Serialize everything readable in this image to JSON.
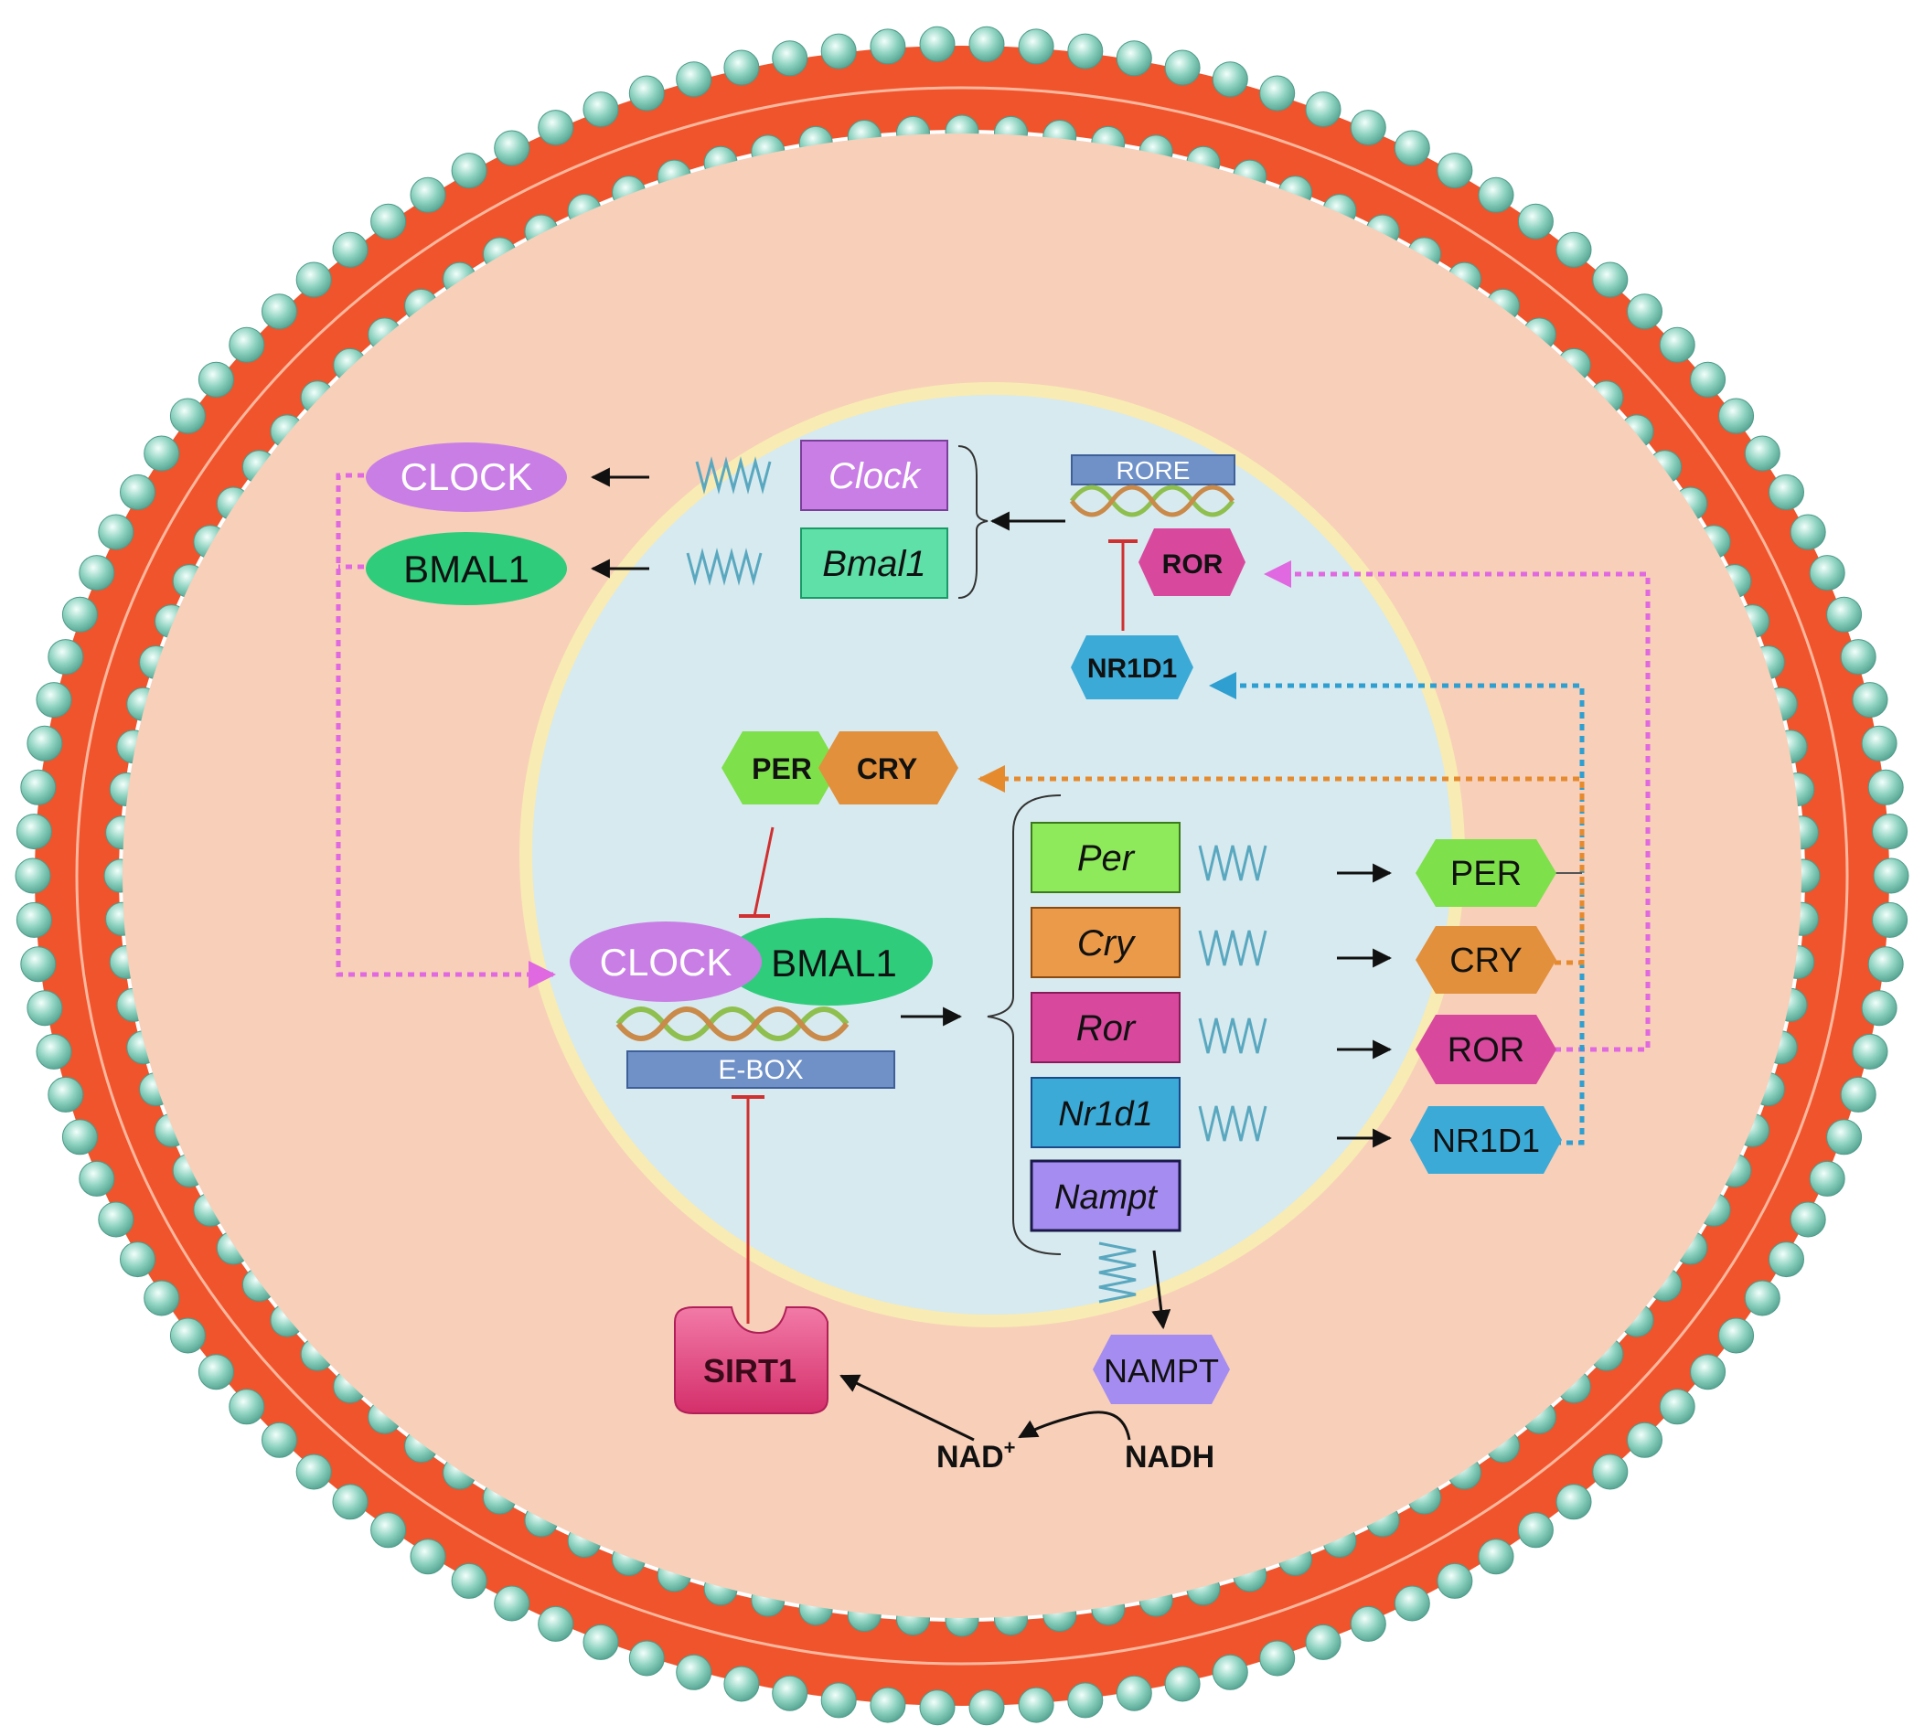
{
  "proteins": {
    "clock_top": "CLOCK",
    "bmal1_top": "BMAL1",
    "ror_nuc": "ROR",
    "nr1d1_nuc": "NR1D1",
    "per_complex": "PER",
    "cry_complex": "CRY",
    "clock_ebox": "CLOCK",
    "bmal1_ebox": "BMAL1",
    "per_right": "PER",
    "cry_right": "CRY",
    "ror_right": "ROR",
    "nr1d1_right": "NR1D1",
    "nampt": "NAMPT",
    "sirt1": "SIRT1"
  },
  "genes": {
    "clock": "Clock",
    "bmal1": "Bmal1",
    "per": "Per",
    "cry": "Cry",
    "ror": "Ror",
    "nr1d1": "Nr1d1",
    "nampt": "Nampt"
  },
  "elements": {
    "rore": "RORE",
    "ebox": "E-BOX"
  },
  "metabolites": {
    "nad": "NAD",
    "nad_sup": "+",
    "nadh": "NADH"
  },
  "colors": {
    "membrane_red": "#f0542c",
    "membrane_head": "#7ec9b6",
    "cytoplasm": "#f8cfb9",
    "nucleus": "#d7eaef",
    "nuclear_envelope": "#f8ebb3",
    "clock": "#c97ee6",
    "bmal1": "#2fcc7c",
    "per": "#7ee04a",
    "cry": "#e2903c",
    "ror": "#d8499e",
    "nr1d1": "#3baad6",
    "nampt": "#a58cf0",
    "sirt1": "#e5407c"
  }
}
